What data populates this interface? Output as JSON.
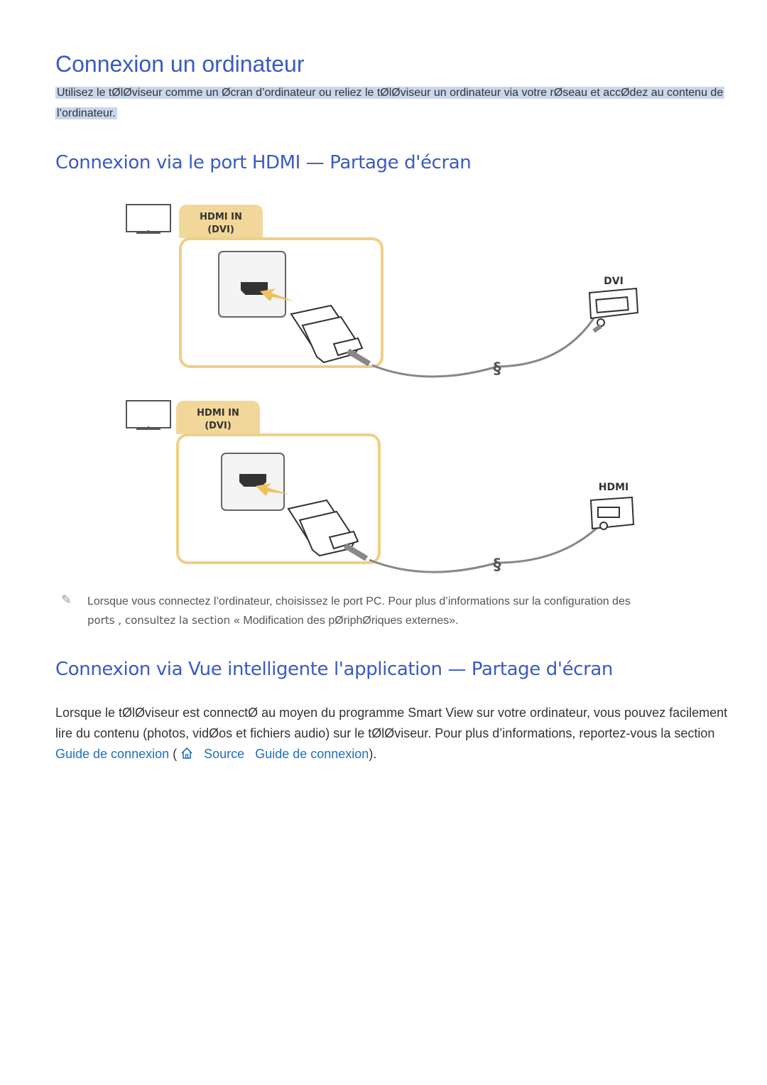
{
  "heading": "Connexion   un ordinateur",
  "intro": "Utilisez le tØlØviseur comme un Øcran d’ordinateur ou reliez le tØlØviseur   un ordinateur via votre rØseau et accØdez au contenu de l’ordinateur.",
  "section1": {
    "title": "Connexion via le port HDMI — Partage d'écran",
    "diagram1": {
      "port_line1": "HDMI IN",
      "port_line2": "(DVI)",
      "pc_port": "DVI"
    },
    "diagram2": {
      "port_line1": "HDMI IN",
      "port_line2": "(DVI)",
      "pc_port": "HDMI"
    },
    "note_part1": "Lorsque vous connectez l’ordinateur, choisissez le port PC. Pour plus d’informations sur la configuration des",
    "note_part2a": "ports , consultez la section ",
    "note_part2b": "« Modification des pØriphØriques externes».",
    "note_icon": "pencil-note-icon"
  },
  "section2": {
    "title": "Connexion via Vue intelligente  l'application — Partage d'écran",
    "para_part1": "Lorsque le tØlØviseur est connectØ au moyen du programme Smart View sur votre ordinateur, vous pouvez facilement lire du contenu (photos, vidØos et fichiers audio) sur le tØlØviseur. Pour plus d’informations, reportez-vous   la section ",
    "link1": "Guide de connexion",
    "paren_open": " (",
    "link2": "Source",
    "link3": "Guide de connexion",
    "paren_close": ").",
    "home_icon": "home-icon"
  },
  "colors": {
    "heading": "#3a5bbf",
    "accent_port": "#e8c476",
    "link": "#1f6fc0",
    "highlight": "#c9d7ee"
  }
}
